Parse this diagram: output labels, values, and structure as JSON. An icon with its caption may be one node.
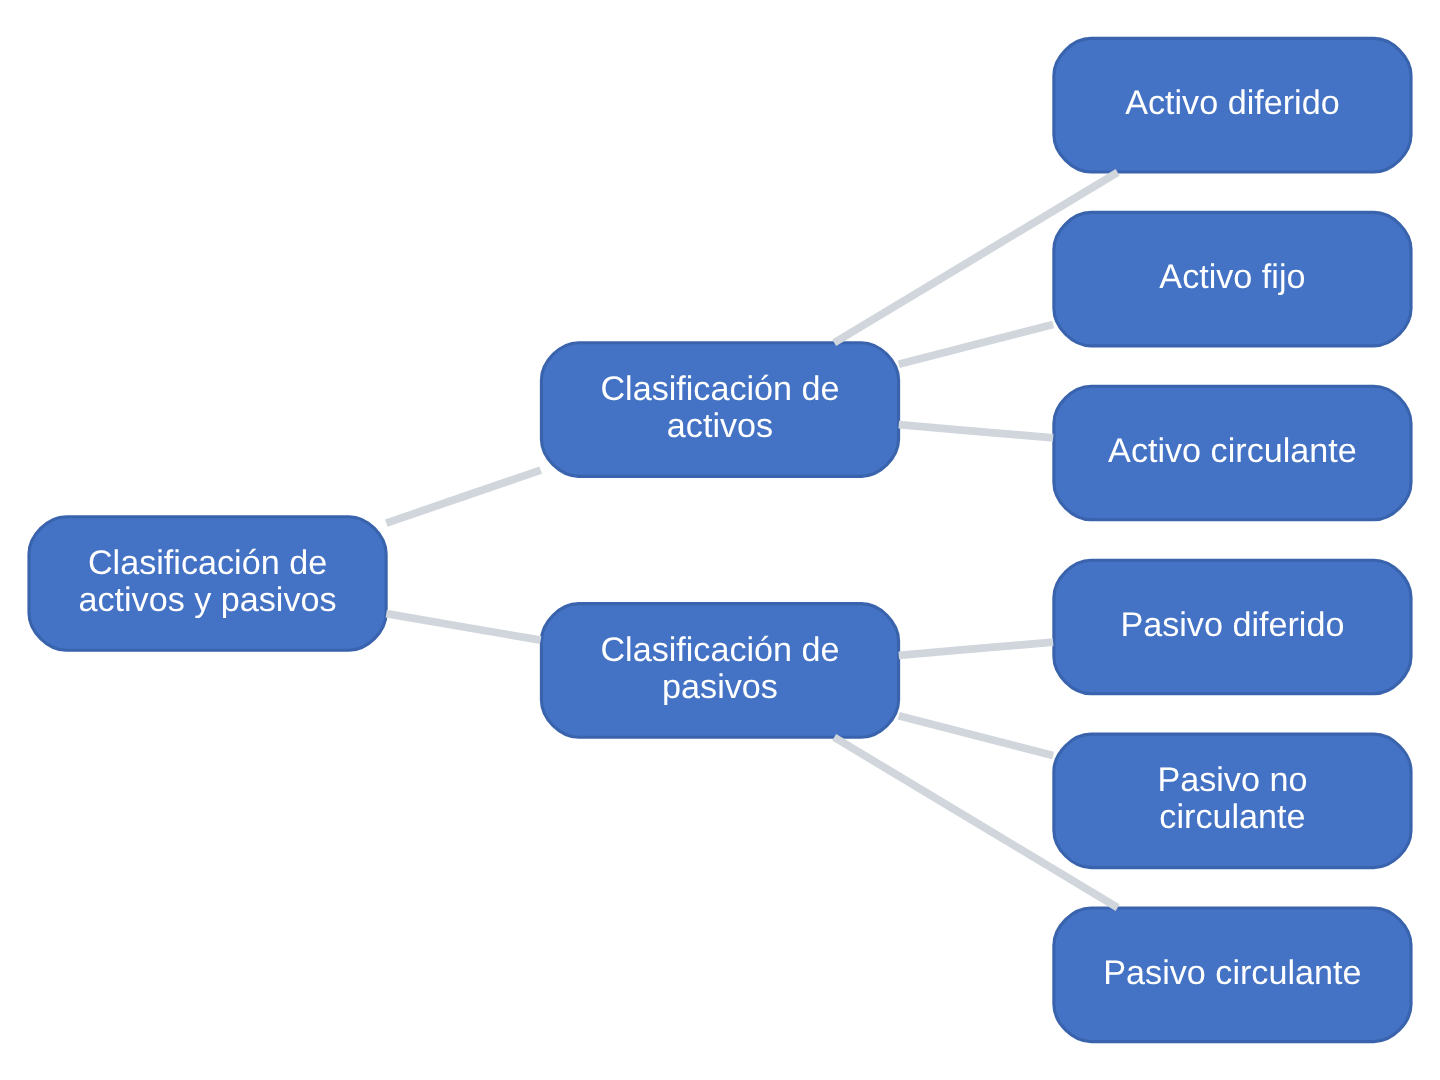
{
  "diagram": {
    "nodes": [
      {
        "text": [
          "Clasificación de activos y pasivos"
        ]
      },
      {
        "text": [
          "Clasificación de activos"
        ]
      },
      {
        "text": [
          "Activo diferido"
        ]
      },
      {
        "text": [
          "Activo fijo"
        ]
      },
      {
        "text": [
          "Activo circulante"
        ]
      },
      {
        "text": [
          "Clasificación de pasivos"
        ]
      },
      {
        "text": [
          "Pasivo diferido"
        ]
      },
      {
        "text": [
          "Pasivo no circulante"
        ]
      },
      {
        "text": [
          "Pasivo circulante"
        ]
      }
    ],
    "edges": [
      {
        "from": 0,
        "to": 1,
        "arrow": "none"
      },
      {
        "from": 0,
        "to": 5,
        "arrow": "none"
      },
      {
        "from": 1,
        "to": 2,
        "arrow": "none"
      },
      {
        "from": 1,
        "to": 3,
        "arrow": "none"
      },
      {
        "from": 1,
        "to": 4,
        "arrow": "none"
      },
      {
        "from": 5,
        "to": 6,
        "arrow": "none"
      },
      {
        "from": 5,
        "to": 7,
        "arrow": "none"
      },
      {
        "from": 5,
        "to": 8,
        "arrow": "none"
      }
    ]
  }
}
